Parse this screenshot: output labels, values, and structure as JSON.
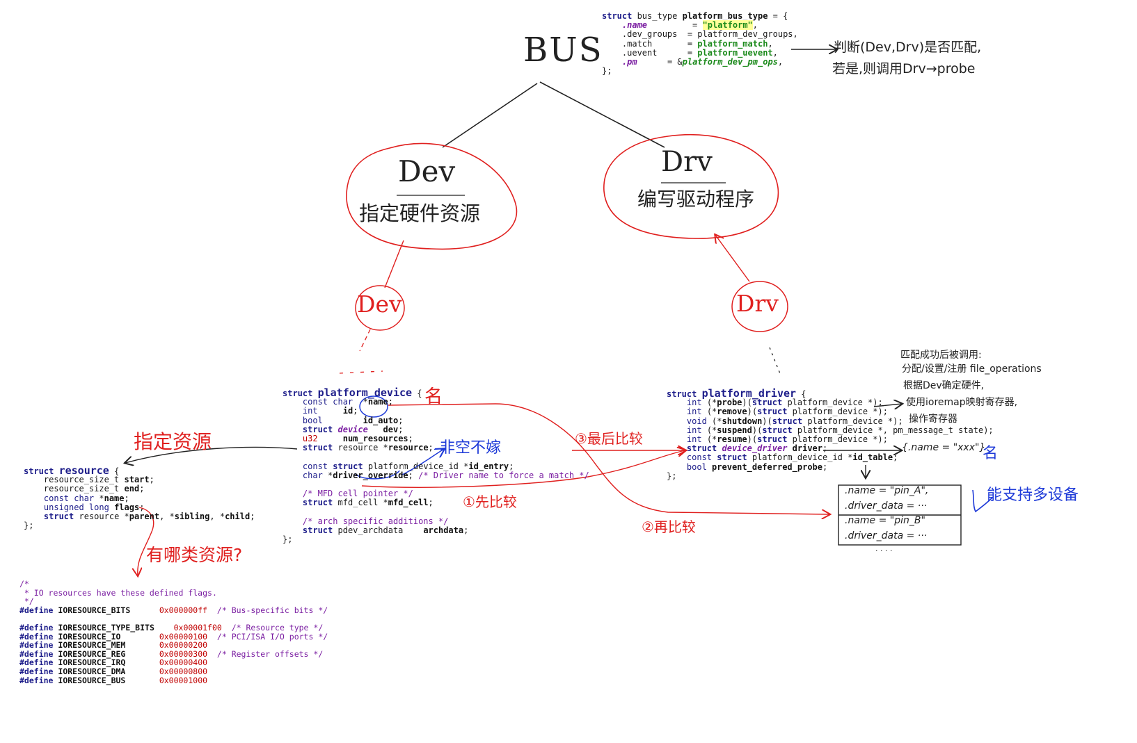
{
  "colors": {
    "ink_black": "#222222",
    "ink_red": "#e0201f",
    "ink_blue": "#1f3bd8",
    "code_keyword": "#1d1d8a",
    "code_green": "#1b8a1b",
    "code_comment": "#7b1fa2",
    "code_hex": "#c00000"
  },
  "handwritten": {
    "bus": "BUS",
    "dev_title": "Dev",
    "dev_desc": "指定硬件资源",
    "drv_title": "Drv",
    "drv_desc": "编写驱动程序",
    "dev_small": "Dev",
    "drv_small": "Drv",
    "match_note_1": "判断(Dev,Drv)是否匹配,",
    "match_note_2": "若是,则调用Drv→probe",
    "probe_note": [
      "匹配成功后被调用:",
      "分配/设置/注册 file_operations",
      "根据Dev确定硬件,",
      "使用ioremap映射寄存器,",
      "操作寄存器"
    ],
    "name_tag": "名",
    "name_tag2": "名",
    "specify_resource": "指定资源",
    "which_resources": "有哪类资源?",
    "non_null": "非空不嫁",
    "step1": "①先比较",
    "step2": "②再比较",
    "step3": "③最后比较",
    "name_xxx": "{.name = \"xxx\"}",
    "multi_device": "能支持多设备",
    "id_table_rows": [
      {
        "name": ".name = \"pin_A\",",
        "data": ".driver_data = ···"
      },
      {
        "name": ".name = \"pin_B\"",
        "data": ".driver_data = ···"
      }
    ],
    "ellipsis": "· · · ·"
  }
}
